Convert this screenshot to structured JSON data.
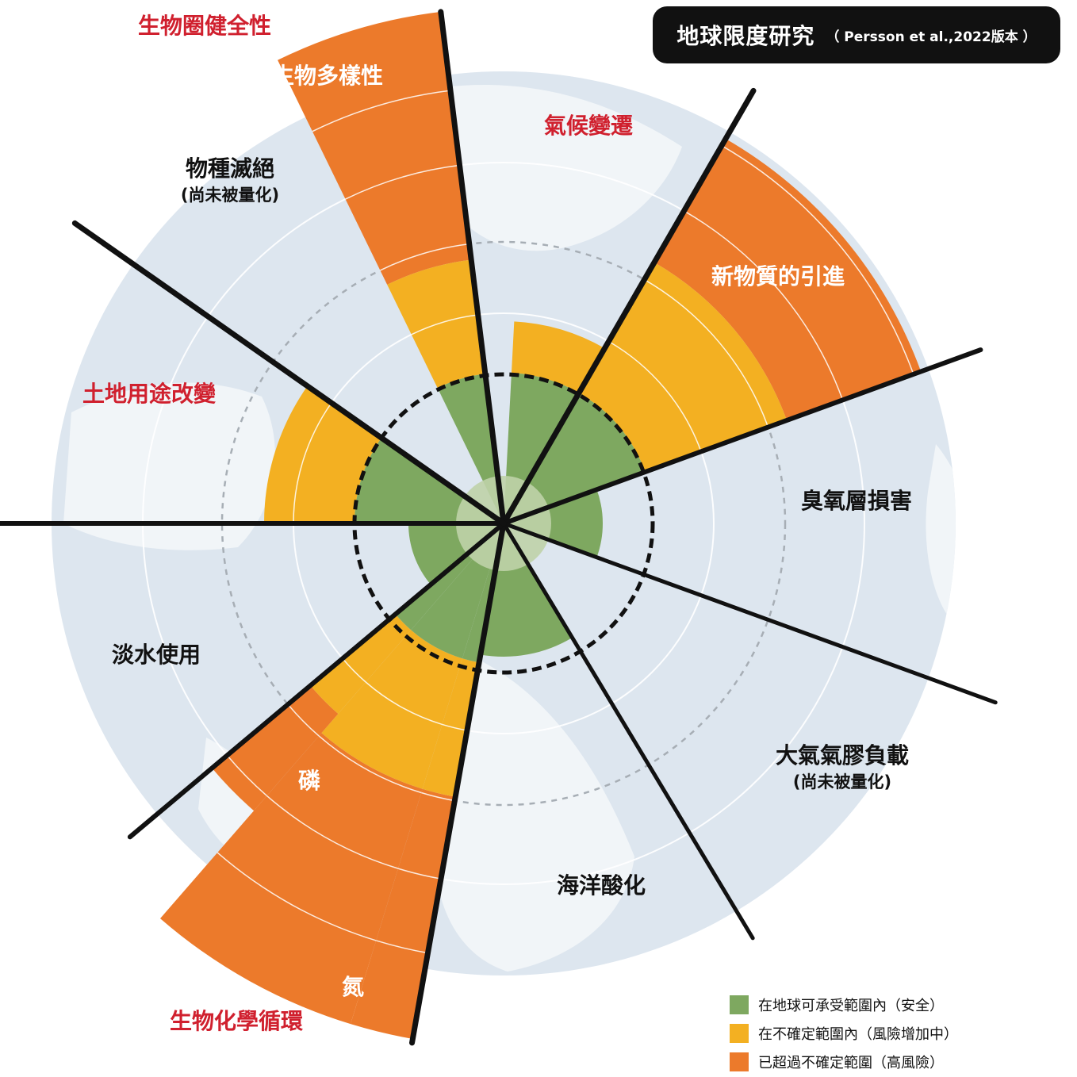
{
  "title": "地球限度研究",
  "subtitle": "（ Persson et al.,2022版本 ）",
  "colors": {
    "safe": "#7ea860",
    "increasing_risk": "#f3b022",
    "high_risk": "#ec7a2b",
    "category_red": "#d0202e",
    "text_dark": "#111111",
    "text_white": "#ffffff"
  },
  "legend": [
    {
      "label": "在地球可承受範圍內（安全）",
      "status": "safe"
    },
    {
      "label": "在不確定範圍內（風險增加中）",
      "status": "increasing_risk"
    },
    {
      "label": "已超過不確定範圍（高風險）",
      "status": "high_risk"
    }
  ],
  "categories": [
    {
      "id": "biosphere",
      "label": "生物圈健全性"
    },
    {
      "id": "climate",
      "label": "氣候變遷"
    },
    {
      "id": "land",
      "label": "土地用途改變"
    },
    {
      "id": "biogeo",
      "label": "生物化學循環"
    }
  ],
  "boundaries": [
    {
      "id": "biodiversity",
      "label": "生物多樣性",
      "status": "high_risk"
    },
    {
      "id": "novel",
      "label": "新物質的引進",
      "status": "high_risk"
    },
    {
      "id": "ozone",
      "label": "臭氧層損害",
      "status": "safe"
    },
    {
      "id": "aerosol",
      "label": "大氣氣膠負載",
      "note": "(尚未被量化)"
    },
    {
      "id": "ocean",
      "label": "海洋酸化",
      "status": "safe"
    },
    {
      "id": "nitrogen",
      "label": "氮",
      "status": "high_risk"
    },
    {
      "id": "phosphorus",
      "label": "磷",
      "status": "high_risk"
    },
    {
      "id": "water",
      "label": "淡水使用",
      "status": "safe"
    },
    {
      "id": "landuse",
      "label": "土地用途改變",
      "status": "increasing_risk"
    },
    {
      "id": "extinction",
      "label": "物種滅絕",
      "note": "(尚未被量化)"
    }
  ]
}
